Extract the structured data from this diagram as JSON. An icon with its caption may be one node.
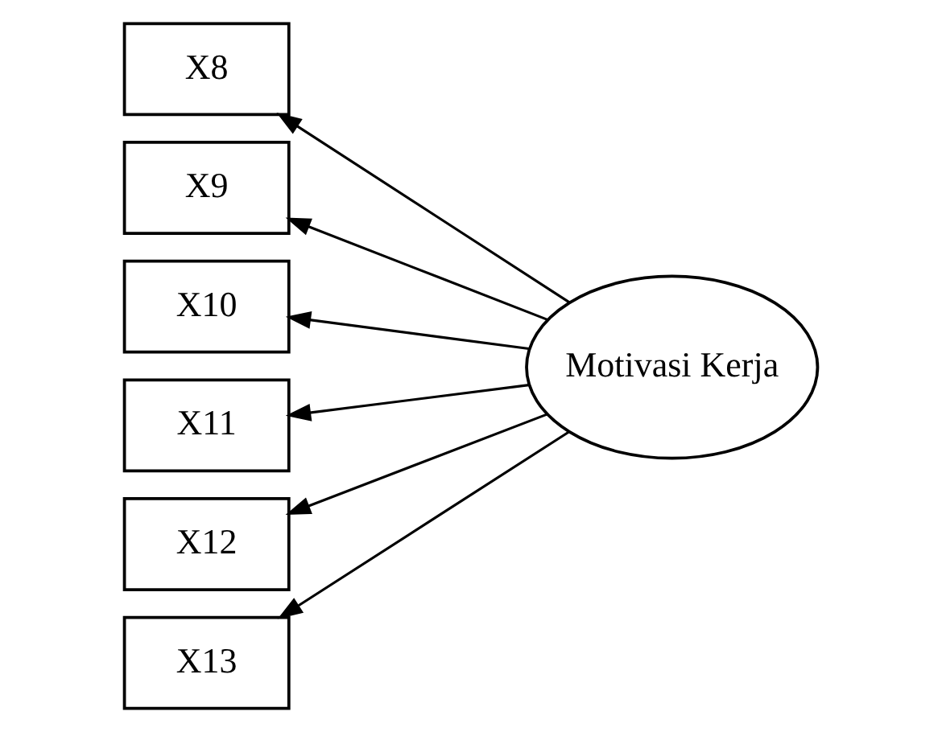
{
  "diagram": {
    "nodes": [
      {
        "text": [
          "X8"
        ]
      },
      {
        "text": [
          "X9"
        ]
      },
      {
        "text": [
          "X10"
        ]
      },
      {
        "text": [
          "X11"
        ]
      },
      {
        "text": [
          "X12"
        ]
      },
      {
        "text": [
          "X13"
        ]
      },
      {
        "text": [
          "Motivasi Kerja"
        ]
      }
    ],
    "edges": [
      {
        "from": 6,
        "to": 0,
        "arrow": "to"
      },
      {
        "from": 6,
        "to": 1,
        "arrow": "to"
      },
      {
        "from": 6,
        "to": 2,
        "arrow": "to"
      },
      {
        "from": 6,
        "to": 3,
        "arrow": "to"
      },
      {
        "from": 6,
        "to": 4,
        "arrow": "to"
      },
      {
        "from": 6,
        "to": 5,
        "arrow": "to"
      }
    ]
  }
}
